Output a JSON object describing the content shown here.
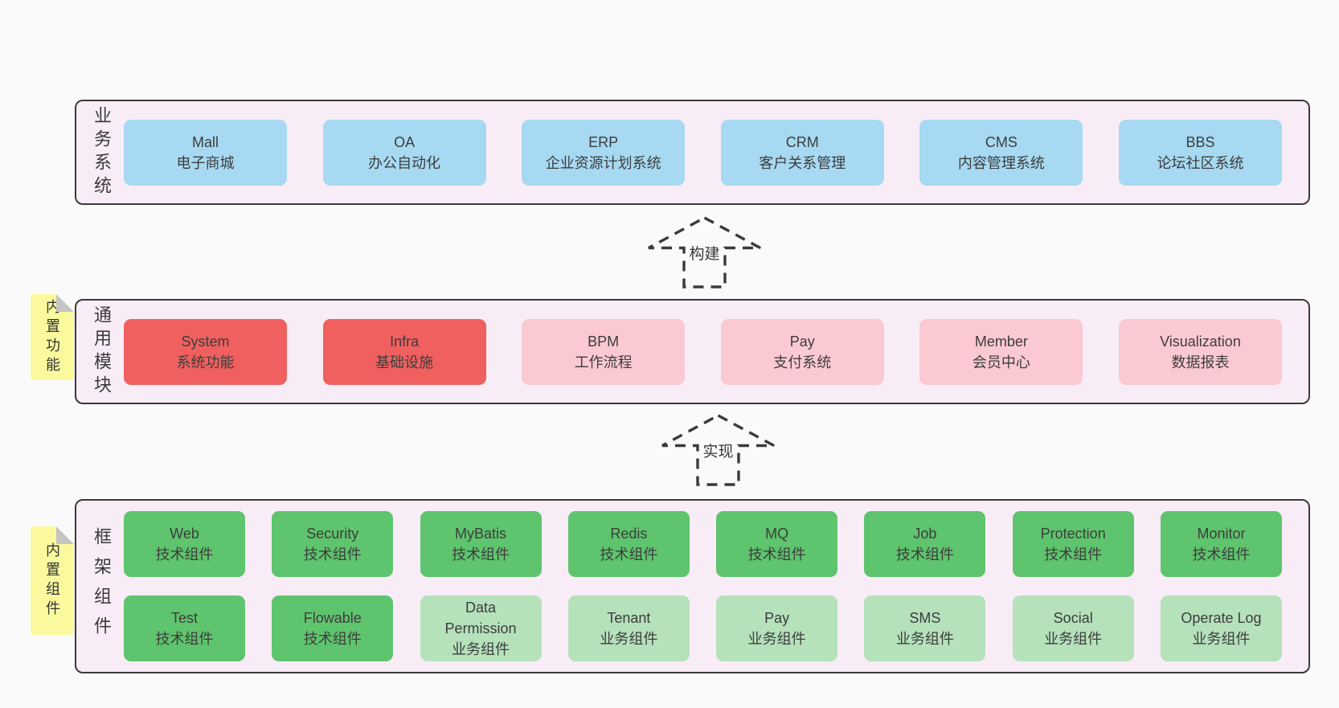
{
  "palette": {
    "page_bg": "#fafafa",
    "section_bg": "#f8edf6",
    "section_border": "#3a3a3a",
    "text": "#3d3d3d",
    "blue": "#a7d9f2",
    "red": "#f0605f",
    "pink": "#fbc9d2",
    "green": "#5ec46d",
    "lightgreen": "#b5e1bb",
    "yellow": "#fbf99e",
    "fold_gray": "#c4c4c4"
  },
  "notes": [
    {
      "label": "内置功能"
    },
    {
      "label": "内置组件"
    }
  ],
  "arrows": [
    {
      "label": "构建"
    },
    {
      "label": "实现"
    }
  ],
  "sections": [
    {
      "label": "业务系统",
      "rows": [
        [
          {
            "name": "Mall",
            "sub": "电子商城",
            "variant": "blue"
          },
          {
            "name": "OA",
            "sub": "办公自动化",
            "variant": "blue"
          },
          {
            "name": "ERP",
            "sub": "企业资源计划系统",
            "variant": "blue"
          },
          {
            "name": "CRM",
            "sub": "客户关系管理",
            "variant": "blue"
          },
          {
            "name": "CMS",
            "sub": "内容管理系统",
            "variant": "blue"
          },
          {
            "name": "BBS",
            "sub": "论坛社区系统",
            "variant": "blue"
          }
        ]
      ]
    },
    {
      "label": "通用模块",
      "rows": [
        [
          {
            "name": "System",
            "sub": "系统功能",
            "variant": "red"
          },
          {
            "name": "Infra",
            "sub": "基础设施",
            "variant": "red"
          },
          {
            "name": "BPM",
            "sub": "工作流程",
            "variant": "pink"
          },
          {
            "name": "Pay",
            "sub": "支付系统",
            "variant": "pink"
          },
          {
            "name": "Member",
            "sub": "会员中心",
            "variant": "pink"
          },
          {
            "name": "Visualization",
            "sub": "数据报表",
            "variant": "pink"
          }
        ]
      ]
    },
    {
      "label": "框架组件",
      "rows": [
        [
          {
            "name": "Web",
            "sub": "技术组件",
            "variant": "green"
          },
          {
            "name": "Security",
            "sub": "技术组件",
            "variant": "green"
          },
          {
            "name": "MyBatis",
            "sub": "技术组件",
            "variant": "green"
          },
          {
            "name": "Redis",
            "sub": "技术组件",
            "variant": "green"
          },
          {
            "name": "MQ",
            "sub": "技术组件",
            "variant": "green"
          },
          {
            "name": "Job",
            "sub": "技术组件",
            "variant": "green"
          },
          {
            "name": "Protection",
            "sub": "技术组件",
            "variant": "green"
          },
          {
            "name": "Monitor",
            "sub": "技术组件",
            "variant": "green"
          }
        ],
        [
          {
            "name": "Test",
            "sub": "技术组件",
            "variant": "green"
          },
          {
            "name": "Flowable",
            "sub": "技术组件",
            "variant": "green"
          },
          {
            "name": "Data Permission",
            "sub": "业务组件",
            "variant": "lightgreen"
          },
          {
            "name": "Tenant",
            "sub": "业务组件",
            "variant": "lightgreen"
          },
          {
            "name": "Pay",
            "sub": "业务组件",
            "variant": "lightgreen"
          },
          {
            "name": "SMS",
            "sub": "业务组件",
            "variant": "lightgreen"
          },
          {
            "name": "Social",
            "sub": "业务组件",
            "variant": "lightgreen"
          },
          {
            "name": "Operate Log",
            "sub": "业务组件",
            "variant": "lightgreen"
          }
        ]
      ]
    }
  ]
}
